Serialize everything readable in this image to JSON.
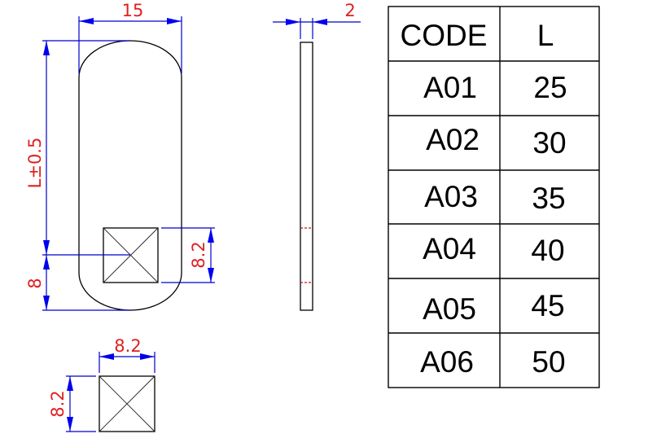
{
  "drawing": {
    "front_view": {
      "width_dim": "15",
      "length_dim": "L±0.5",
      "offset_dim": "8",
      "square_dim": "8.2"
    },
    "side_view": {
      "thickness_dim": "2"
    },
    "detail_view": {
      "width_dim": "8.2",
      "height_dim": "8.2"
    }
  },
  "table": {
    "headers": [
      "CODE",
      "L"
    ],
    "rows": [
      [
        "A01",
        "25"
      ],
      [
        "A02",
        "30"
      ],
      [
        "A03",
        "35"
      ],
      [
        "A04",
        "40"
      ],
      [
        "A05",
        "45"
      ],
      [
        "A06",
        "50"
      ]
    ]
  }
}
